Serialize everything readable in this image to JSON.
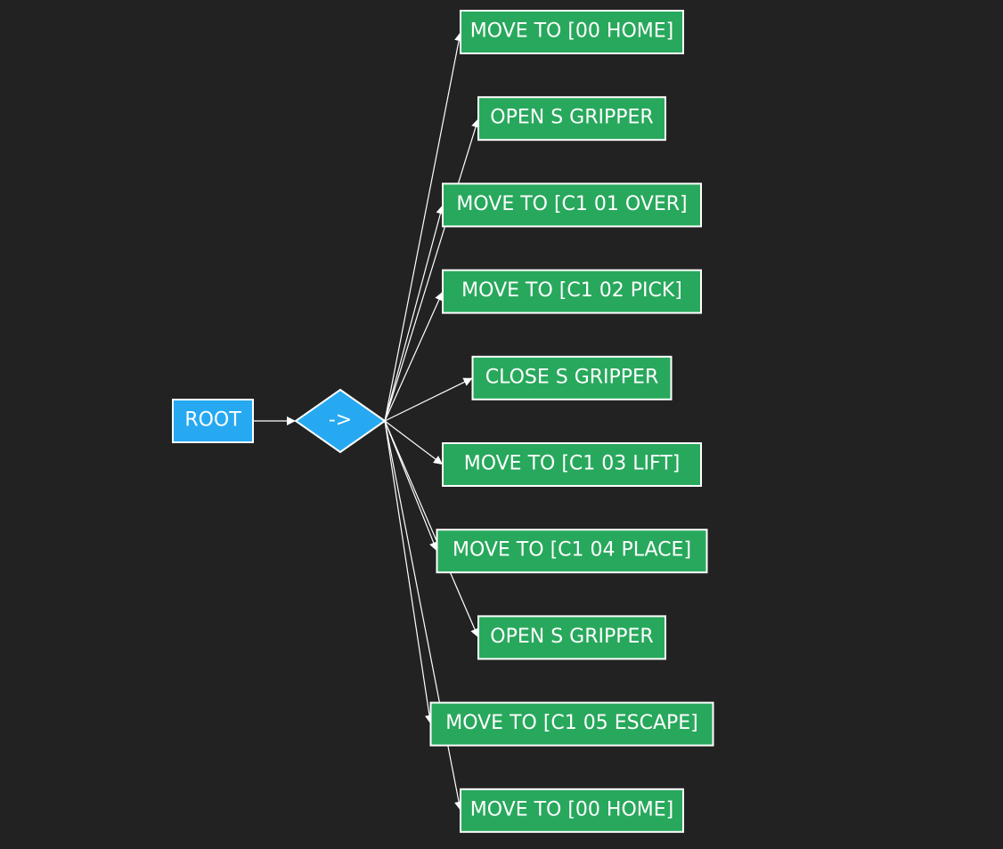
{
  "diagram": {
    "background": "#222222",
    "colors": {
      "root": "#26a9f1",
      "sequence": "#26a9f1",
      "action": "#28a85c",
      "stroke": "#ffffff",
      "edge": "#ffffff"
    },
    "root": {
      "label": "ROOT"
    },
    "sequence": {
      "label": "->"
    },
    "actions": [
      {
        "label": "MOVE TO [00 HOME]"
      },
      {
        "label": "OPEN S GRIPPER"
      },
      {
        "label": "MOVE TO [C1 01 OVER]"
      },
      {
        "label": "MOVE TO [C1 02 PICK]"
      },
      {
        "label": "CLOSE S GRIPPER"
      },
      {
        "label": "MOVE TO [C1 03 LIFT]"
      },
      {
        "label": "MOVE TO [C1 04 PLACE]"
      },
      {
        "label": "OPEN S GRIPPER"
      },
      {
        "label": "MOVE TO [C1 05 ESCAPE]"
      },
      {
        "label": "MOVE TO [00 HOME]"
      }
    ]
  }
}
